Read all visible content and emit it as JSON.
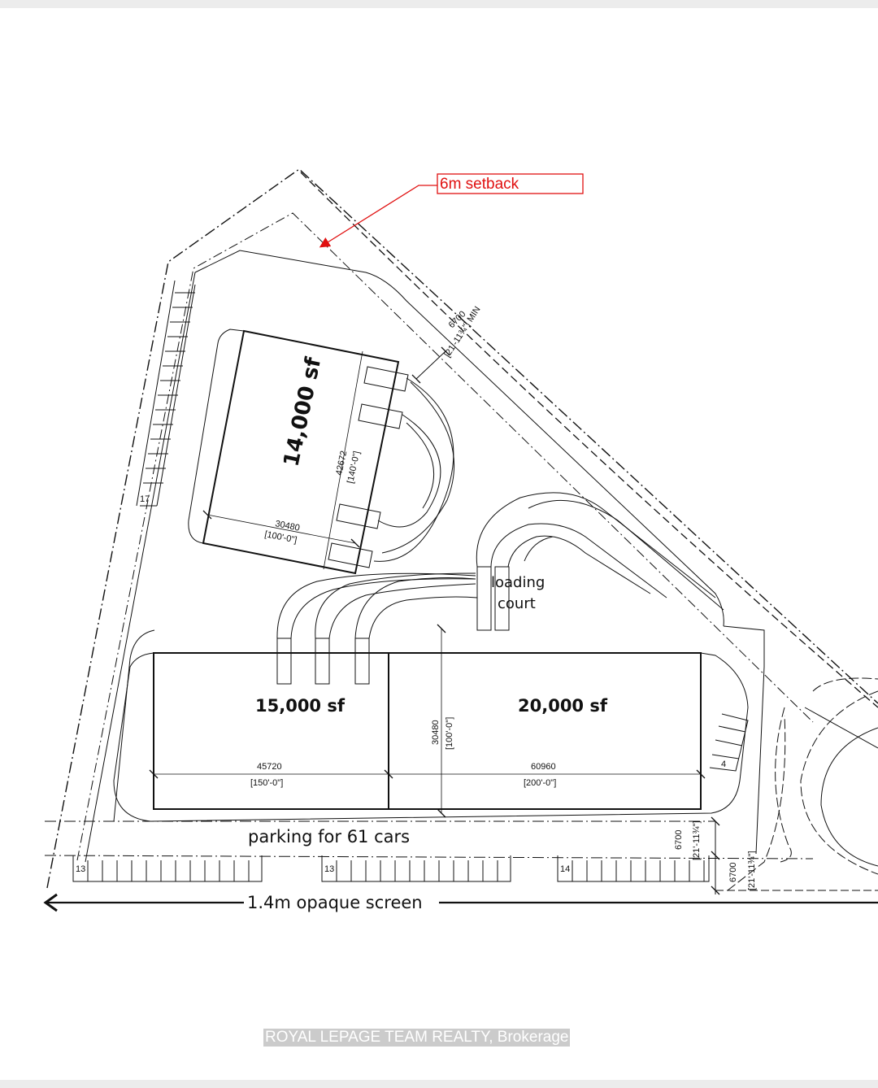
{
  "buildings": [
    {
      "area_label": "14,000 sf",
      "width_dim_mm": "30480",
      "width_dim_ft": "[100'-0\"]",
      "depth_dim_mm": "42672",
      "depth_dim_ft": "[140'-0\"]"
    },
    {
      "area_label": "15,000 sf",
      "width_dim_mm": "45720",
      "width_dim_ft": "[150'-0\"]"
    },
    {
      "area_label": "20,000 sf",
      "width_dim_mm": "60960",
      "width_dim_ft": "[200'-0\"]",
      "depth_dim_mm": "30480",
      "depth_dim_ft": "[100'-0\"]"
    }
  ],
  "annotations": {
    "setback": "6m setback",
    "loading_line1": "loading",
    "loading_line2": "court",
    "parking": "parking for 61 cars",
    "screen": "1.4m opaque screen"
  },
  "dimensions": {
    "setback_mm": "6700",
    "setback_ft_min": "[21'-11¾\"] MIN",
    "drive_mm": "6700",
    "drive_ft": "[21'-11¾\"]",
    "drive2_mm": "6700",
    "drive2_ft": "[21'-11¾\"]"
  },
  "stall_counts": {
    "west": "17",
    "east": "4",
    "south_1": "13",
    "south_2": "13",
    "south_3": "14"
  },
  "watermark": "ROYAL LEPAGE TEAM REALTY, Brokerage",
  "colors": {
    "line": "#111111",
    "accent": "#e01010"
  }
}
